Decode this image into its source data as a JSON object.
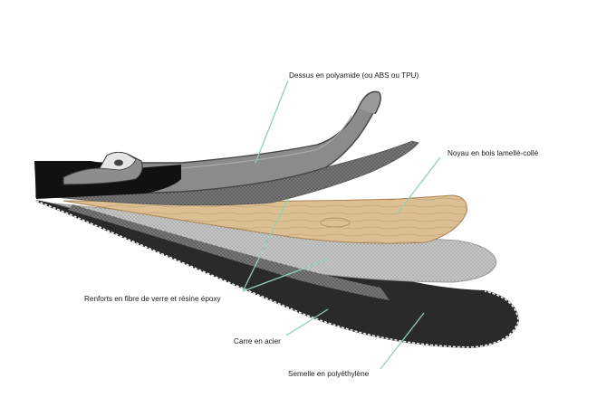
{
  "diagram": {
    "labels": {
      "top_sheet": "Dessus en polyamide (ou ABS ou TPU)",
      "wood_core": "Noyau en bois lamellé-collé",
      "reinforcement": "Renforts en fibre de verre et résine époxy",
      "steel_edge": "Carre en acier",
      "base": "Semelle en polyéthylène"
    },
    "colors": {
      "leader_line": "#8fd1b4",
      "top_sheet": "#8c8c8c",
      "wood_core": "#d8b98a",
      "fiberglass_dark": "#5a5a5a",
      "fiberglass_light": "#cfcfcf",
      "base": "#2b2b2b",
      "binding": "#1a1a1a"
    }
  }
}
